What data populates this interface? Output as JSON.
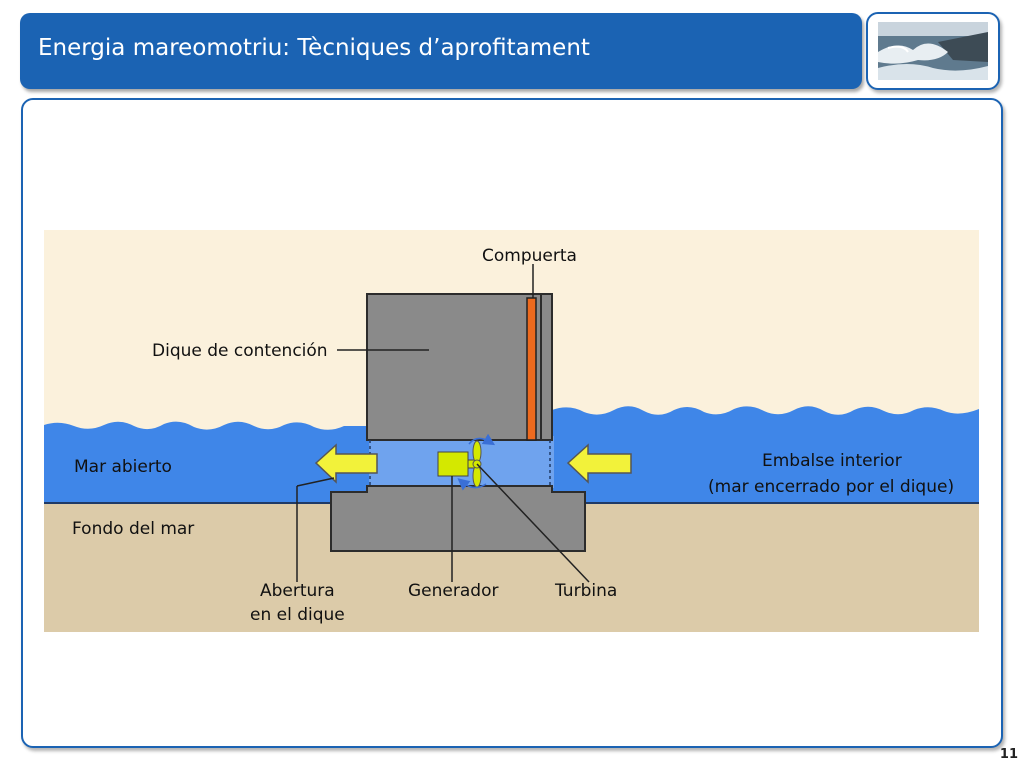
{
  "header": {
    "title": "Energia mareomotriu: Tècniques d’aprofitament"
  },
  "thumbnail": {
    "description_icon": "sea-waves-photo-icon"
  },
  "diagram": {
    "labels": {
      "gate": "Compuerta",
      "dam": "Dique de contención",
      "open_sea": "Mar abierto",
      "seabed": "Fondo del mar",
      "inner_reservoir_line1": "Embalse interior",
      "inner_reservoir_line2": "(mar encerrado por el dique)",
      "opening_line1": "Abertura",
      "opening_line2": "en el dique",
      "generator": "Generador",
      "turbine": "Turbina"
    },
    "colors": {
      "sky": "#fbf1dc",
      "water": "#3f86e8",
      "seabed": "#dccba9",
      "dam": "#8a8a8a",
      "gate": "#ee6a1e",
      "arrow": "#f2f23a",
      "generator": "#d4e800"
    }
  },
  "footer": {
    "page_number": "11"
  }
}
